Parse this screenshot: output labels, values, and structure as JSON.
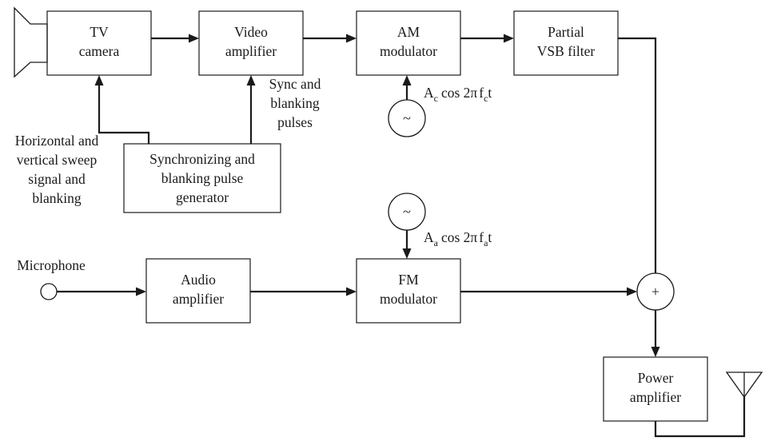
{
  "blocks": {
    "tv_camera": [
      "TV",
      "camera"
    ],
    "video_amplifier": [
      "Video",
      "amplifier"
    ],
    "am_modulator": [
      "AM",
      "modulator"
    ],
    "vsb_filter": [
      "Partial",
      "VSB filter"
    ],
    "sync_generator": [
      "Synchronizing and",
      "blanking pulse",
      "generator"
    ],
    "audio_amplifier": [
      "Audio",
      "amplifier"
    ],
    "fm_modulator": [
      "FM",
      "modulator"
    ],
    "power_amplifier": [
      "Power",
      "amplifier"
    ]
  },
  "labels": {
    "sync_pulses": [
      "Sync and",
      "blanking",
      "pulses"
    ],
    "sweep_signal": [
      "Horizontal and",
      "vertical sweep",
      "signal and",
      "blanking"
    ],
    "microphone": "Microphone"
  },
  "carriers": {
    "video": {
      "amp": "A",
      "sub": "c",
      "cos": "cos 2",
      "pi": "π",
      "f": "f",
      "fsub": "c",
      "t": "t"
    },
    "audio": {
      "amp": "A",
      "sub": "a",
      "cos": "cos 2",
      "pi": "π",
      "f": "f",
      "fsub": "a",
      "t": "t"
    }
  },
  "symbols": {
    "oscillator": "~",
    "summer": "+"
  },
  "icons": {
    "oscillator": "sine-oscillator-icon",
    "summer": "summing-junction-icon",
    "camera": "camera-lens-icon",
    "microphone": "microphone-icon",
    "antenna": "antenna-icon"
  }
}
